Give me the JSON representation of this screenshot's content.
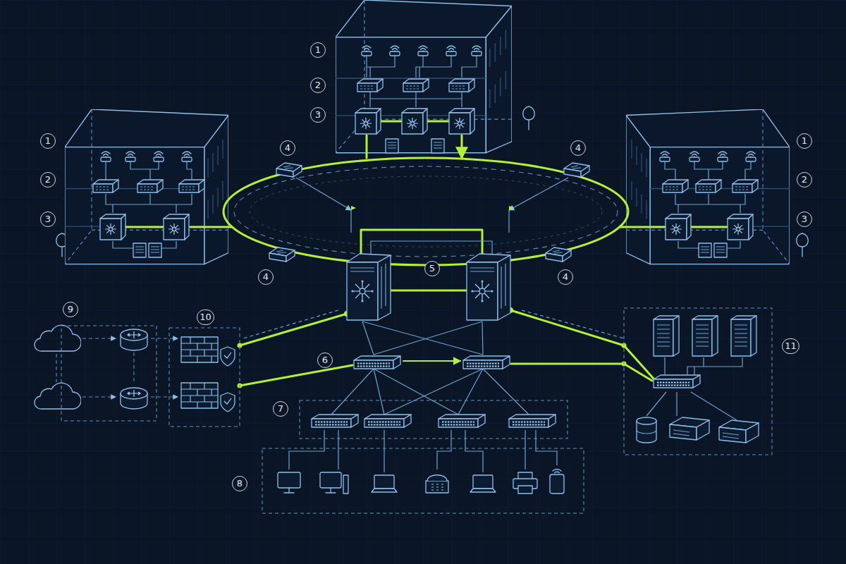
{
  "diagram": {
    "labels": [
      "1",
      "2",
      "3",
      "1",
      "2",
      "3",
      "1",
      "2",
      "3",
      "4",
      "4",
      "4",
      "5",
      "4",
      "9",
      "10",
      "11",
      "6",
      "7",
      "8"
    ]
  }
}
